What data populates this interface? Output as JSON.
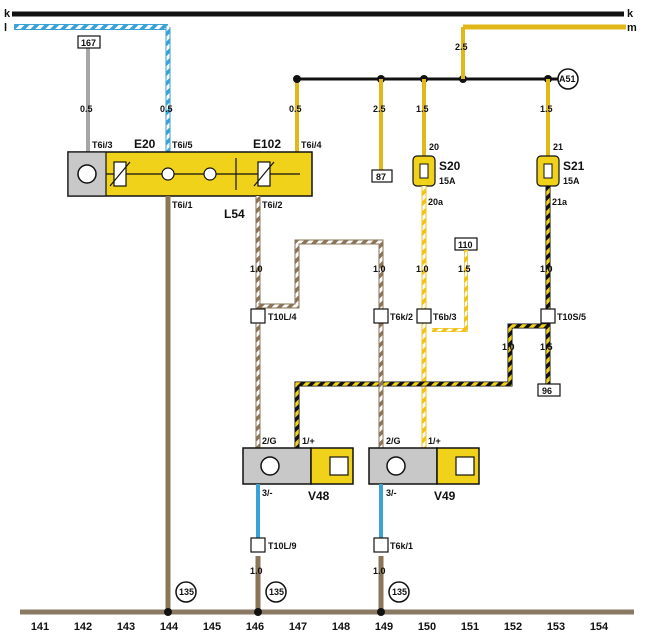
{
  "rails": {
    "top_left": "k",
    "top_right": "k",
    "second_left": "l",
    "second_right": "m"
  },
  "wire_sizes": {
    "w142": "0.5",
    "w144": "0.5",
    "w147": "0.5",
    "w149": "2.5",
    "w150": "1.5",
    "w153": "1.5",
    "w151_top": "2.5",
    "w146_mid": "1.0",
    "w149_mid": "1.0",
    "w150_mid": "1.0",
    "w151_mid": "1.5",
    "w153_mid": "1.0",
    "w152_mid": "1.0",
    "w153_low": "1.5",
    "w146_low": "1.0",
    "w149_low": "1.0"
  },
  "connector_pins": {
    "t6i3": "T6i/3",
    "t6i5": "T6i/5",
    "t6i4": "T6i/4",
    "t6i1": "T6i/1",
    "t6i2": "T6i/2",
    "t10l4": "T10L/4",
    "t6k2": "T6k/2",
    "t6b3": "T6b/3",
    "t10s5": "T10S/5",
    "t10l9": "T10L/9",
    "t6k1": "T6k/1"
  },
  "components": {
    "e20": "E20",
    "e102": "E102",
    "l54": "L54",
    "s20": "S20",
    "s20_rating": "15A",
    "s21": "S21",
    "s21_rating": "15A",
    "v48": "V48",
    "v49": "V49",
    "a51": "A51",
    "ground_135": "135"
  },
  "pin_labels": {
    "fuse20_in": "20",
    "fuse20_out": "20a",
    "fuse21_in": "21",
    "fuse21_out": "21a",
    "v48_2g": "2/G",
    "v48_1": "1/+",
    "v48_3": "3/-",
    "v49_2g": "2/G",
    "v49_1": "1/+",
    "v49_3": "3/-"
  },
  "refs": {
    "r167": "167",
    "r87": "87",
    "r110": "110",
    "r96": "96"
  },
  "track_numbers": [
    "141",
    "142",
    "143",
    "144",
    "145",
    "146",
    "147",
    "148",
    "149",
    "150",
    "151",
    "152",
    "153",
    "154"
  ],
  "colors": {
    "yellow": "#f1d21a",
    "bus": "#111111",
    "grey_wire": "#a6a6a6",
    "blue_stripe": "#3aa2d6",
    "brown": "#8a7558",
    "ground_bar": "#8b7a63"
  }
}
